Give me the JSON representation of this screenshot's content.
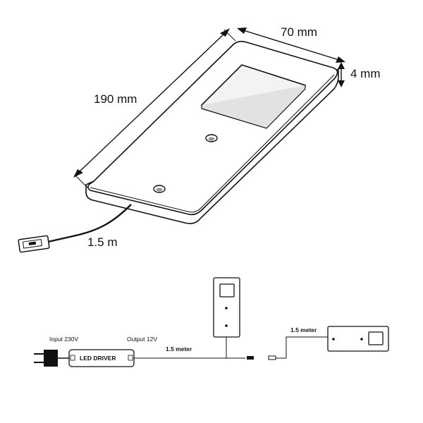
{
  "dimensions": {
    "length": "190 mm",
    "width": "70 mm",
    "height": "4 mm",
    "cable": "1.5 m"
  },
  "wiring": {
    "input_label": "Input 230V",
    "output_label": "Output 12V",
    "driver_label": "LED DRIVER",
    "cable_label_1": "1.5 meter",
    "cable_label_2": "1.5 meter"
  }
}
